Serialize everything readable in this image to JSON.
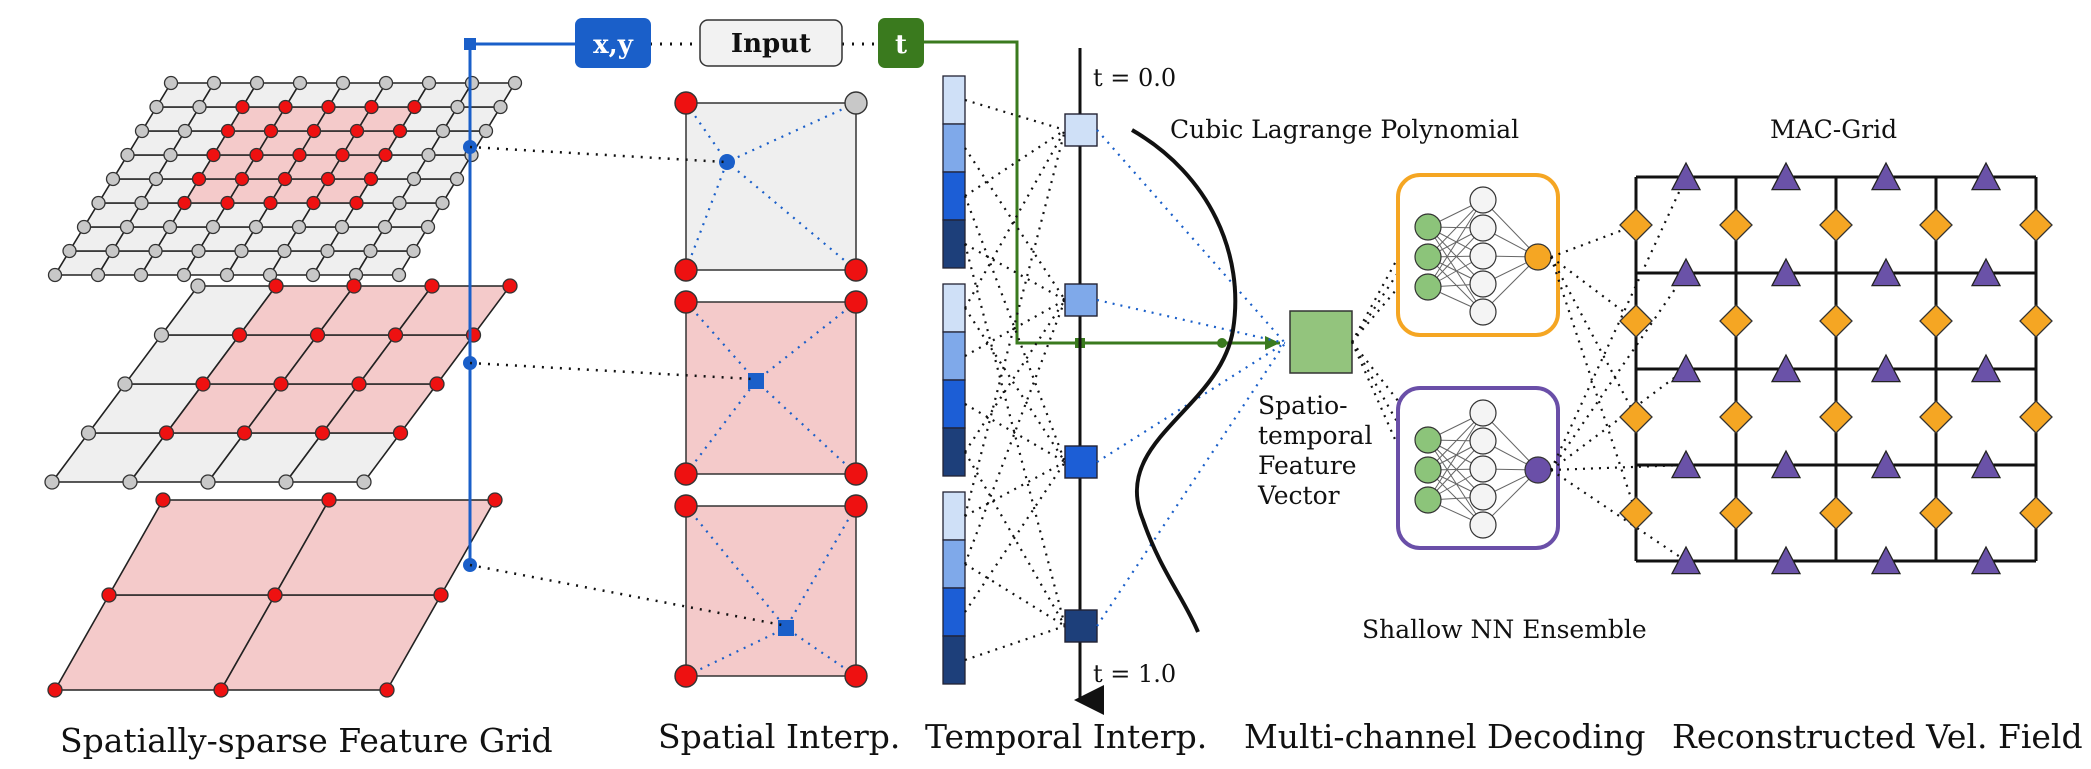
{
  "input": {
    "xy_label": "x,y",
    "input_label": "Input",
    "t_label": "t"
  },
  "captions": {
    "feature_grid": "Spatially-sparse Feature Grid",
    "spatial_interp": "Spatial Interp.",
    "temporal_interp": "Temporal Interp.",
    "decoding": "Multi-channel Decoding",
    "reconstructed": "Reconstructed  Vel. Field"
  },
  "temporal": {
    "t_start": "t = 0.0",
    "t_end": "t = 1.0",
    "polynomial": "Cubic Lagrange Polynomial"
  },
  "feature_vector": {
    "line1": "Spatio-",
    "line2": "temporal",
    "line3": "Feature",
    "line4": "Vector"
  },
  "decoder": {
    "ensemble": "Shallow NN Ensemble"
  },
  "output": {
    "grid_title": "MAC-Grid"
  },
  "colors": {
    "xy_chip": "#1a5fc9",
    "t_chip": "#3a7a1e",
    "active_node": "#ee1111",
    "inactive_node": "#c8c8c8",
    "active_cell": "#f4caca",
    "inactive_cell": "#efefef",
    "sample_point": "#1a5fc9",
    "nn_orange": "#f5a623",
    "nn_purple": "#6a4fa8",
    "nn_input_green": "#8cc47a",
    "diamond_orange": "#f5a623",
    "triangle_purple": "#6a52a8",
    "feature_vector_green": "#93c47d",
    "timeline_fill": [
      "#cfe0f7",
      "#7fa9ea",
      "#1c5ed6",
      "#1d3f7a"
    ]
  }
}
